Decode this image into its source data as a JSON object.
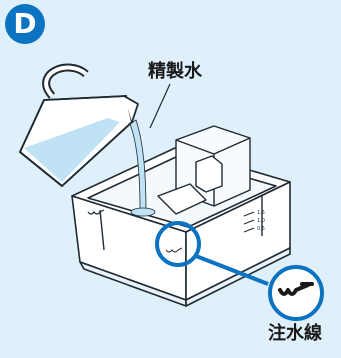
{
  "step_letter": "D",
  "labels": {
    "purified_water": "精製水",
    "water_fill_line": "注水線"
  },
  "tank_markings": [
    "1.5",
    "1.0",
    "0.5"
  ],
  "colors": {
    "panel_background": "#dff0fb",
    "accent_blue": "#0b73c2",
    "line_art": "#1f2a33",
    "water": "#bfe3f5"
  },
  "icons": [
    "pitcher-icon",
    "water-tank-icon",
    "water-line-icon",
    "magnifier-callout-icon"
  ]
}
